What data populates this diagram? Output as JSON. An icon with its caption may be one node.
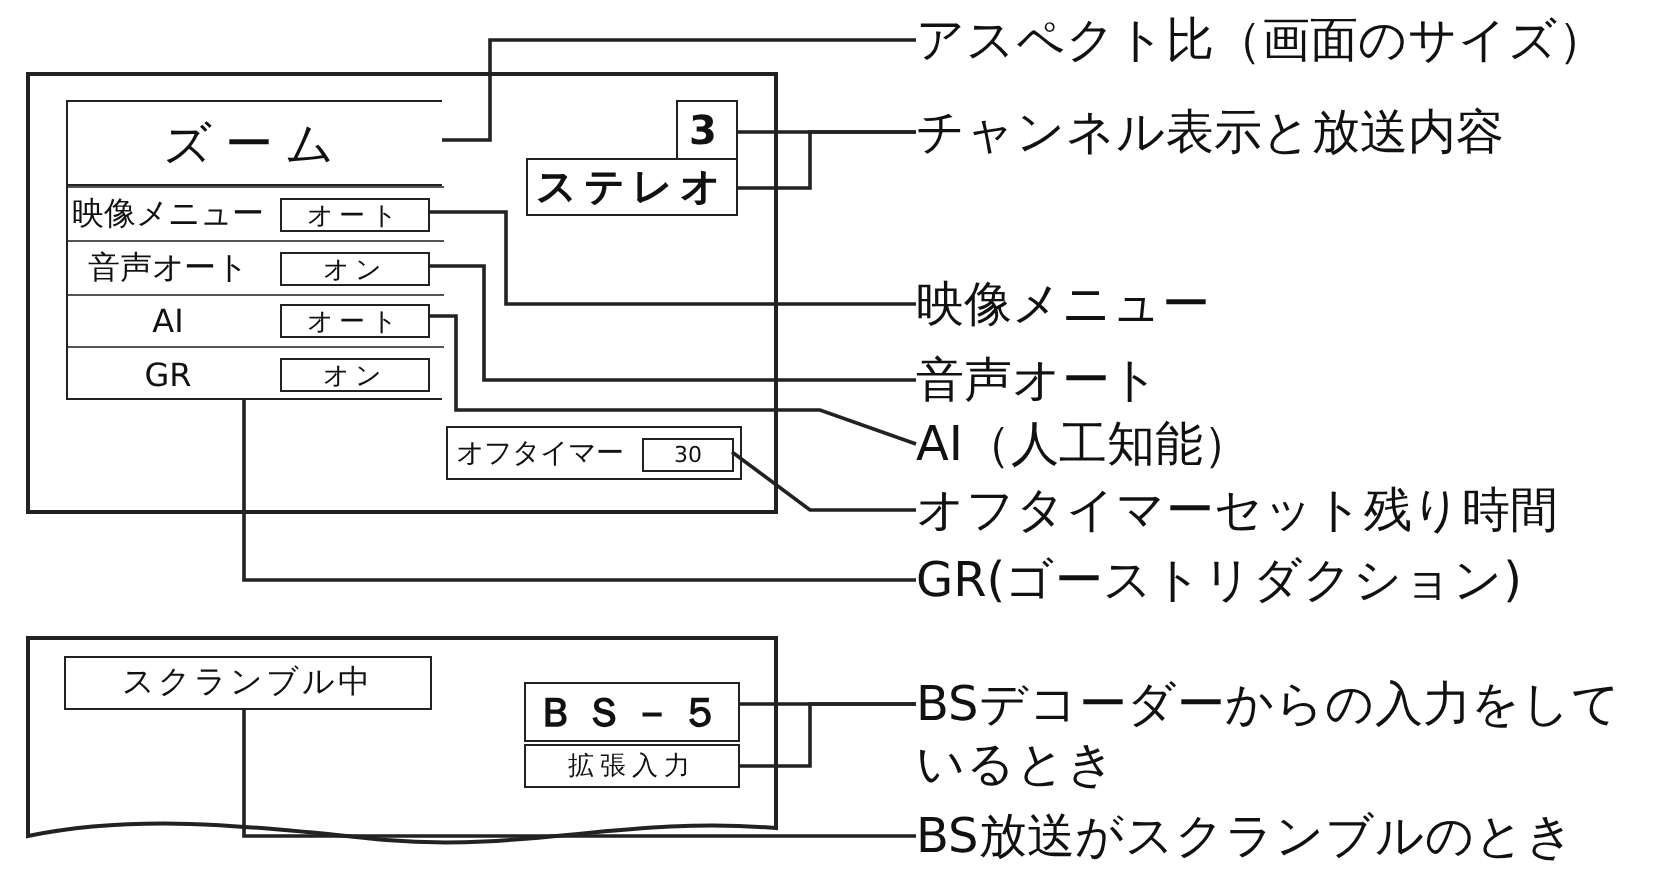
{
  "diagram": {
    "nodes": [
      {
        "text": [],
        "shape": "box"
      },
      {
        "text": [],
        "shape": "box",
        "in": 0
      },
      {
        "text": [
          "ズーム"
        ],
        "in": 0
      },
      {
        "text": [
          "映像メニュー"
        ],
        "in": 1
      },
      {
        "text": [
          "オート"
        ],
        "in": 3
      },
      {
        "text": [
          "音声オート"
        ],
        "in": 1
      },
      {
        "text": [
          "オン"
        ],
        "in": 5
      },
      {
        "text": [
          "AI"
        ],
        "in": 1
      },
      {
        "text": [
          "オート"
        ],
        "in": 7
      },
      {
        "text": [
          "GR"
        ],
        "in": 1
      },
      {
        "text": [
          "オン"
        ],
        "in": 9
      },
      {
        "text": [
          "3"
        ],
        "in": 0
      },
      {
        "text": [
          "ステレオ"
        ],
        "in": 0
      },
      {
        "text": [
          "オフタイマー"
        ],
        "in": 0
      },
      {
        "text": [
          "30"
        ],
        "in": 13
      },
      {
        "text": [
          "アスペクト比（画面のサイズ）"
        ]
      },
      {
        "text": [
          "チャンネル表示と放送内容"
        ]
      },
      {
        "text": [
          "映像メニュー"
        ]
      },
      {
        "text": [
          "音声オート"
        ]
      },
      {
        "text": [
          "AI（人工知能）"
        ]
      },
      {
        "text": [
          "オフタイマーセット残り時間"
        ]
      },
      {
        "text": [
          "GR(ゴーストリダクション)"
        ]
      },
      {
        "text": [],
        "shape": "box"
      },
      {
        "text": [
          "スクランブル中"
        ],
        "in": 22
      },
      {
        "text": [
          "ＢＳ－５"
        ],
        "in": 22
      },
      {
        "text": [
          "拡張入力"
        ],
        "in": 22
      },
      {
        "text": [
          "BSデコーダーからの入力をしているとき"
        ]
      },
      {
        "text": [
          "BS放送がスクランブルのとき"
        ]
      }
    ],
    "edges": [
      {
        "from": 2,
        "to": 15,
        "arrow": "none"
      },
      {
        "from": 11,
        "to": 16,
        "arrow": "none"
      },
      {
        "from": 12,
        "to": 16,
        "arrow": "none"
      },
      {
        "from": 4,
        "to": 17,
        "arrow": "none"
      },
      {
        "from": 6,
        "to": 18,
        "arrow": "none"
      },
      {
        "from": 8,
        "to": 19,
        "arrow": "none"
      },
      {
        "from": 14,
        "to": 20,
        "arrow": "none"
      },
      {
        "from": 9,
        "to": 21,
        "arrow": "none"
      },
      {
        "from": 24,
        "to": 26,
        "arrow": "none"
      },
      {
        "from": 25,
        "to": 26,
        "arrow": "none"
      },
      {
        "from": 23,
        "to": 27,
        "arrow": "none"
      }
    ]
  }
}
